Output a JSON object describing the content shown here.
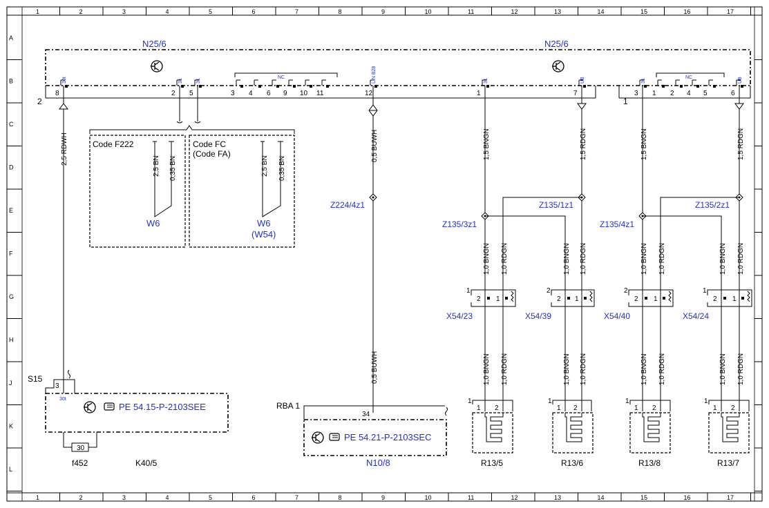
{
  "grid": {
    "columns": [
      "1",
      "2",
      "3",
      "4",
      "5",
      "6",
      "7",
      "8",
      "9",
      "10",
      "11",
      "12",
      "13",
      "14",
      "15",
      "16",
      "17"
    ],
    "rows": [
      "A",
      "B",
      "C",
      "D",
      "E",
      "F",
      "G",
      "H",
      "J",
      "K",
      "L"
    ]
  },
  "modules": {
    "left_title": "N25/6",
    "right_title": "N25/6",
    "left_connector": "2",
    "right_connector": "1"
  },
  "pins_left": [
    {
      "num": "8",
      "sig": "30t"
    },
    {
      "num": "2",
      "sig": "31"
    },
    {
      "num": "5",
      "sig": "31"
    },
    {
      "num": "3",
      "sig": ""
    },
    {
      "num": "4",
      "sig": ""
    },
    {
      "num": "6",
      "sig": ""
    },
    {
      "num": "9",
      "sig": ""
    },
    {
      "num": "10",
      "sig": ""
    },
    {
      "num": "11",
      "sig": ""
    },
    {
      "num": "12",
      "sig": "LIN B28"
    },
    {
      "num": "1",
      "sig": "31"
    },
    {
      "num": "7",
      "sig": "UB"
    }
  ],
  "pins_right": [
    {
      "num": "3",
      "sig": "31"
    },
    {
      "num": "1",
      "sig": ""
    },
    {
      "num": "2",
      "sig": ""
    },
    {
      "num": "4",
      "sig": ""
    },
    {
      "num": "5",
      "sig": ""
    },
    {
      "num": "6",
      "sig": "UB"
    }
  ],
  "nc_label": "NC",
  "codes": {
    "f222_label": "Code F222",
    "fc_label_1": "Code FC",
    "fc_label_2": "(Code FA)",
    "w6_a": "W6",
    "w6_b": "W6",
    "w54": "(W54)"
  },
  "wires": {
    "rdwh": "2,5 RDWH",
    "bn25_a": "2,5 BN",
    "bn035_a": "0,35 BN",
    "bn25_b": "2,5 BN",
    "bn035_b": "0,35 BN",
    "buwh_top": "0,5 BUWH",
    "buwh_bot": "0,5 BUWH",
    "bngn15_1": "1,5 BNGN",
    "rdgn15_1": "1,5 RDGN",
    "bngn15_2": "1,5 BNGN",
    "rdgn15_2": "1,5 RDGN",
    "bngn10": "1,0 BNGN",
    "rdgn10": "1,0 RDGN"
  },
  "splices": {
    "z224": "Z224/4z1",
    "z135_3": "Z135/3z1",
    "z135_1": "Z135/1z1",
    "z135_4": "Z135/4z1",
    "z135_2": "Z135/2z1"
  },
  "connectors": [
    {
      "name": "X54/23",
      "pin_a": "2",
      "pin_b": "1",
      "outer": "1"
    },
    {
      "name": "X54/39",
      "pin_a": "2",
      "pin_b": "1",
      "outer": "2"
    },
    {
      "name": "X54/40",
      "pin_a": "2",
      "pin_b": "1",
      "outer": "2"
    },
    {
      "name": "X54/24",
      "pin_a": "2",
      "pin_b": "1",
      "outer": "1"
    }
  ],
  "heaters": [
    {
      "name": "R13/5",
      "pin_a": "1",
      "pin_b": "2",
      "outer": "1"
    },
    {
      "name": "R13/6",
      "pin_a": "1",
      "pin_b": "2",
      "outer": "1"
    },
    {
      "name": "R13/8",
      "pin_a": "1",
      "pin_b": "2",
      "outer": "1"
    },
    {
      "name": "R13/7",
      "pin_a": "1",
      "pin_b": "2",
      "outer": "1"
    }
  ],
  "k40": {
    "s15": "S15",
    "pin_3": "3",
    "pin_sig": "30t",
    "ref": "PE 54.15-P-2103SEE",
    "fuse": "30",
    "fuse_name": "f452",
    "name": "K40/5"
  },
  "n10": {
    "rba": "RBA 1",
    "pin": "34",
    "ref": "PE 54.21-P-2103SEC",
    "name": "N10/8"
  }
}
